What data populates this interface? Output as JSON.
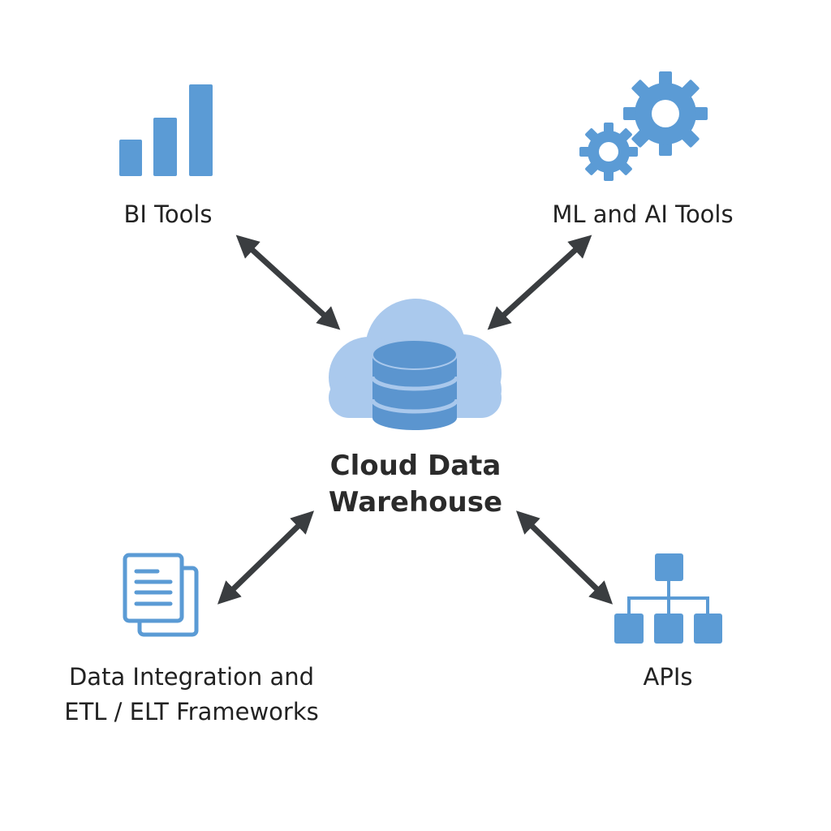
{
  "colors": {
    "icon_blue": "#5b9bd5",
    "cloud": "#aac9ed",
    "arrow": "#3a3d40",
    "text": "#222222"
  },
  "center": {
    "title_line1": "Cloud Data",
    "title_line2": "Warehouse",
    "icon": "cloud-database-icon"
  },
  "nodes": {
    "bi": {
      "label": "BI Tools",
      "icon": "bar-chart-icon"
    },
    "ml": {
      "label": "ML and AI Tools",
      "icon": "gears-icon"
    },
    "etl": {
      "label_line1": "Data Integration and",
      "label_line2": "ETL / ELT Frameworks",
      "icon": "documents-icon"
    },
    "apis": {
      "label": "APIs",
      "icon": "hierarchy-icon"
    }
  }
}
